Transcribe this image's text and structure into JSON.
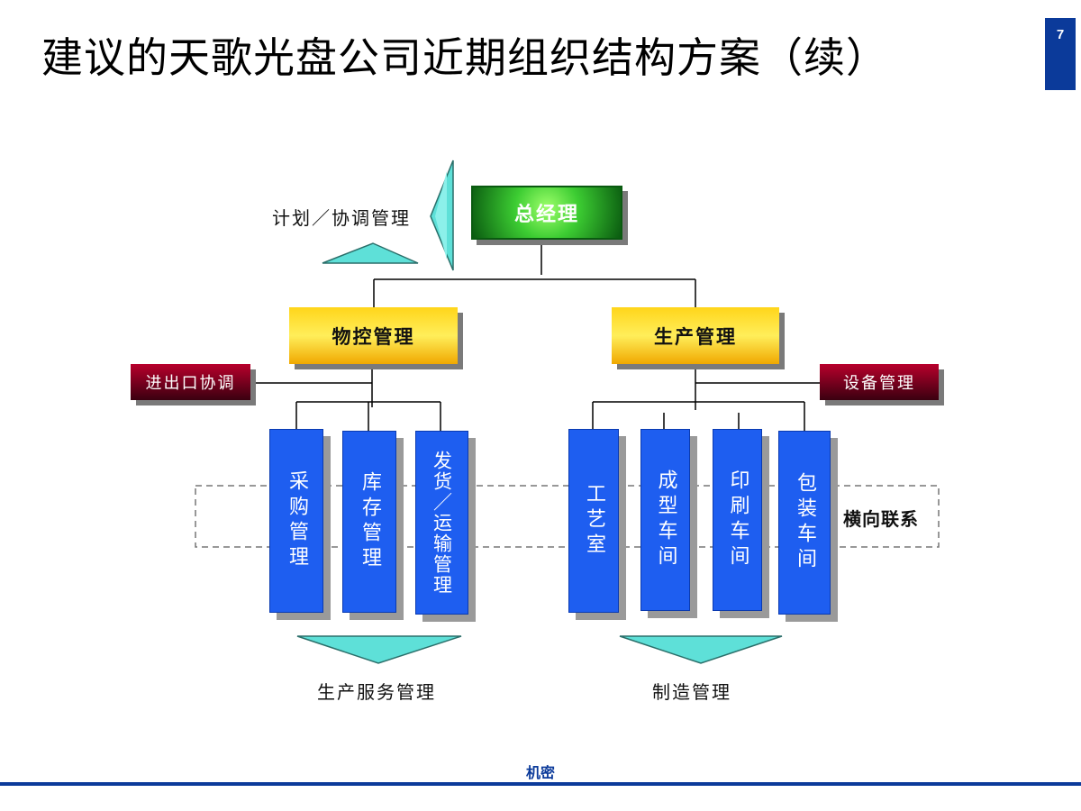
{
  "title": "建议的天歌光盘公司近期组织结构方案（续）",
  "page_number": "7",
  "footer": "机密",
  "nodes": {
    "general_manager": "总经理",
    "material_control": "物控管理",
    "production_mgmt": "生产管理",
    "import_export": "进出口协调",
    "equipment_mgmt": "设备管理",
    "purchasing": "采购管理",
    "inventory": "库存管理",
    "shipping": "发货／运输管理",
    "process_room": "工艺室",
    "molding": "成型车间",
    "printing": "印刷车间",
    "packaging": "包装车间"
  },
  "labels": {
    "plan_coord": "计划／协调管理",
    "horizontal_link": "横向联系",
    "production_service": "生产服务管理",
    "manufacturing": "制造管理"
  }
}
